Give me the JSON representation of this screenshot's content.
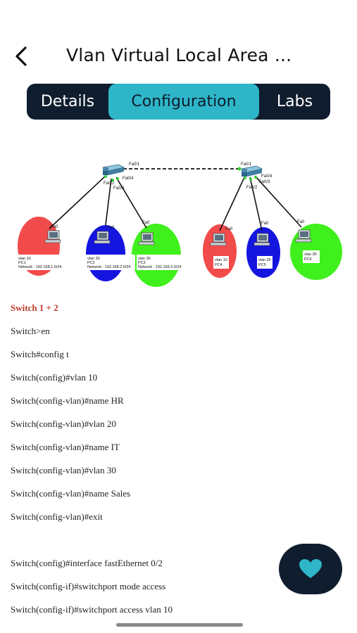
{
  "header": {
    "title": "Vlan  Virtual Local Area ..."
  },
  "tabs": [
    {
      "label": "Details"
    },
    {
      "label": "Configuration"
    },
    {
      "label": "Labs"
    }
  ],
  "diagram": {
    "switch1": {
      "ports": [
        "Fa0/1",
        "Fa0/2",
        "Fa0/4",
        "Fa0/3"
      ]
    },
    "switch2": {
      "ports": [
        "Fa0/1",
        "Fa0/4",
        "Fa0/3",
        "Fa0/2"
      ]
    },
    "pcs": [
      {
        "port": "Fa0",
        "vlan": "vlan 10",
        "name": "PC1",
        "network": "Network : 192.168.1.0/24",
        "color": "#f24b4b"
      },
      {
        "port": "Fa0",
        "vlan": "vlan 20",
        "name": "PC2",
        "network": "Network : 192.168.2.0/24",
        "color": "#1515e0"
      },
      {
        "port": "Fa0",
        "vlan": "vlan 30",
        "name": "PC3",
        "network": "Network : 192.168.3.0/24",
        "color": "#3ff01c"
      },
      {
        "port": "Fa0",
        "vlan": "vlan 10",
        "name": "PC4",
        "network": "",
        "color": "#f24b4b"
      },
      {
        "port": "Fa0",
        "vlan": "vlan 20",
        "name": "PC5",
        "network": "",
        "color": "#1515e0"
      },
      {
        "port": "Fa0",
        "vlan": "vlan 30",
        "name": "PC6",
        "network": "",
        "color": "#3ff01c"
      }
    ]
  },
  "config": {
    "heading": "Switch 1 + 2",
    "lines_a": [
      "Switch>en",
      "Switch#config t",
      "Switch(config)#vlan 10",
      "Switch(config-vlan)#name HR",
      "Switch(config-vlan)#vlan 20",
      "Switch(config-vlan)#name IT",
      "Switch(config-vlan)#vlan 30",
      "Switch(config-vlan)#name Sales",
      "Switch(config-vlan)#exit"
    ],
    "lines_b": [
      "Switch(config)#interface fastEthernet 0/2",
      "Switch(config-if)#switchport mode access",
      "Switch(config-if)#switchport access vlan 10"
    ]
  },
  "colors": {
    "dark": "#0f1d2e",
    "accent": "#2eb6c8",
    "heading_red": "#c0392b",
    "heart": "#2eb6c8"
  },
  "icons": {
    "back": "chevron-left-icon",
    "favorite": "heart-icon"
  }
}
